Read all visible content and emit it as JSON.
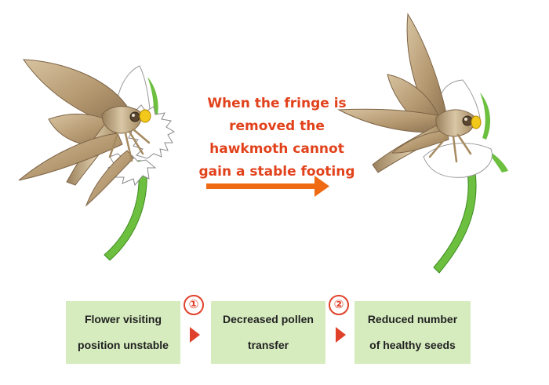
{
  "caption": {
    "line1": "When the fringe is",
    "line2": "removed the",
    "line3": "hawkmoth cannot",
    "line4": "gain a stable footing"
  },
  "steps": [
    {
      "marker": "①",
      "lines": [
        "Flower visiting",
        "position unstable"
      ]
    },
    {
      "marker": "②",
      "lines": [
        "Decreased pollen",
        "transfer"
      ]
    },
    {
      "lines": [
        "Reduced number",
        "of healthy seeds"
      ]
    }
  ],
  "colors": {
    "caption_text": "#e2421b",
    "arrow": "#f06a14",
    "box_fill": "#d6ecbe",
    "marker": "#e0412a",
    "stem": "#6cbf3f",
    "moth": "#b59a72"
  },
  "icons": {
    "left_scene": "hawkmoth-on-fringed-flower",
    "right_scene": "hawkmoth-on-flower-without-fringe",
    "main_arrow": "arrow-right",
    "step_pointer": "triangle-right"
  }
}
